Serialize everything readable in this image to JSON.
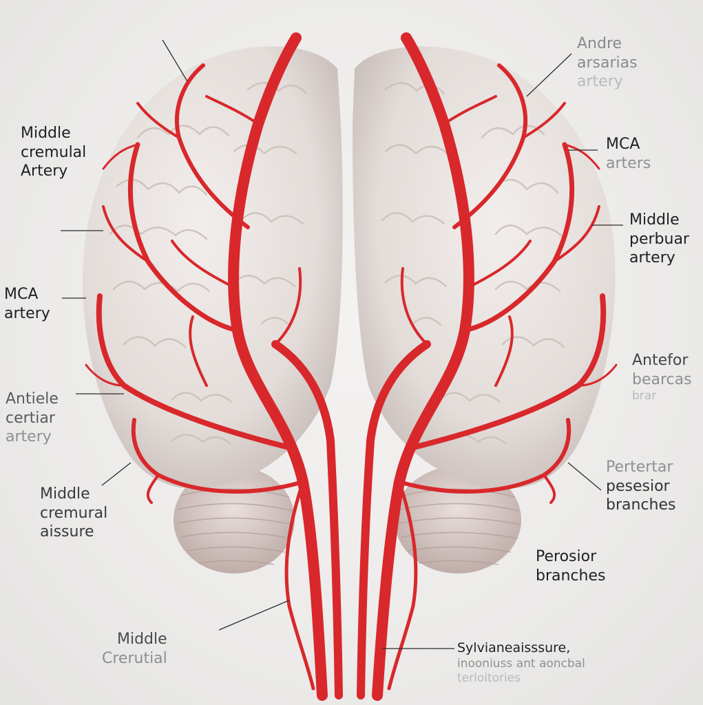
{
  "labels": {
    "left_middle_cerebral_artery": [
      "Middle",
      "cremulal",
      "Artery"
    ],
    "left_mca_artery": [
      "MCA",
      "artery"
    ],
    "left_anterior_cerebral_artery": [
      "Antiele",
      "certiar",
      "artery"
    ],
    "left_middle_cerebral_fissure": [
      "Middle",
      "cremural",
      "aissure"
    ],
    "bottom_middle_cerebral": [
      "Middle",
      "Crerutial"
    ],
    "top_right_anterior": [
      "Andre",
      "arsarias",
      "artery"
    ],
    "right_mca_arteries": [
      "MCA",
      "arters"
    ],
    "right_middle_cerebral_artery": [
      "Middle",
      "perbuar",
      "artery"
    ],
    "right_anterior_branches": [
      "Antefor",
      "bearcas",
      "brar"
    ],
    "right_posterior_branches": [
      "Pertertar",
      "pesesior",
      "branches"
    ],
    "right_perosior_branches": [
      "Perosior",
      "branches"
    ],
    "bottom_sylvian": [
      "Sylvianeaisssure,",
      "inooniuss ant aoncbal",
      "terloitories"
    ]
  },
  "colors": {
    "artery": "#d8282b",
    "artery_dark": "#a9161b",
    "brain": "#e8e3e1",
    "brain_shadow": "#c9c0bd",
    "leader_line": "#2b2b2b"
  }
}
